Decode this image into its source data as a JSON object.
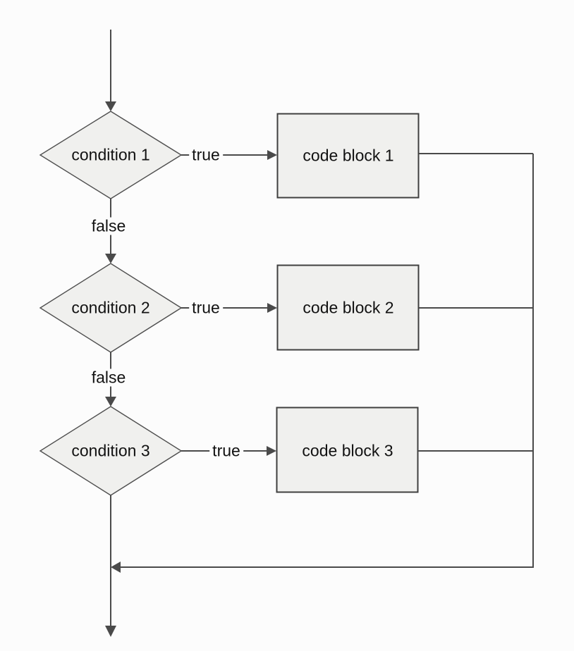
{
  "colors": {
    "background": "#fcfcfc",
    "shape_fill": "#f0f0ee",
    "line": "#4a4a4a",
    "text": "#121212"
  },
  "flow": {
    "rows": [
      {
        "condition": "condition 1",
        "true_label": "true",
        "block": "code block 1",
        "false_label": "false"
      },
      {
        "condition": "condition 2",
        "true_label": "true",
        "block": "code block 2",
        "false_label": "false"
      },
      {
        "condition": "condition 3",
        "true_label": "true",
        "block": "code block 3",
        "false_label": ""
      }
    ]
  }
}
